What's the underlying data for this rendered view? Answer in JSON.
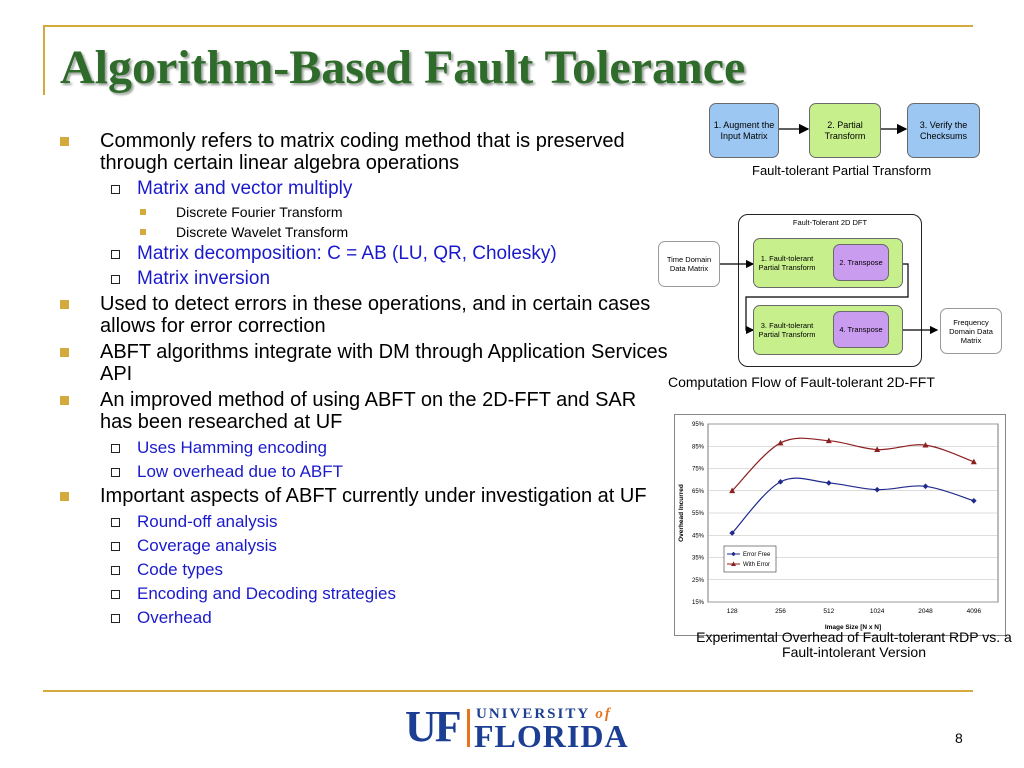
{
  "title": "Algorithm-Based Fault Tolerance",
  "bullets": {
    "b1": "Commonly refers to matrix coding method that is preserved through certain linear algebra operations",
    "b1_s1": "Matrix and vector multiply",
    "b1_s1_a": "Discrete Fourier Transform",
    "b1_s1_b": "Discrete Wavelet Transform",
    "b1_s2": "Matrix decomposition: C = AB (LU, QR, Cholesky)",
    "b1_s3": "Matrix inversion",
    "b2": "Used to detect errors in these operations, and in certain cases allows for error correction",
    "b3": "ABFT algorithms integrate with DM through Application Services API",
    "b4": "An improved method of using ABFT on the 2D-FFT and SAR has been researched at UF",
    "b4_s1": "Uses Hamming encoding",
    "b4_s2": "Low overhead due to ABFT",
    "b5": "Important aspects of ABFT currently under investigation at UF",
    "b5_s1": "Round-off analysis",
    "b5_s2": "Coverage analysis",
    "b5_s3": "Code types",
    "b5_s4": "Encoding and Decoding strategies",
    "b5_s5": "Overhead"
  },
  "diagram1": {
    "step1": "1.  Augment the Input Matrix",
    "step2": "2.  Partial Transform",
    "step3": "3.  Verify the Checksums",
    "caption": "Fault-tolerant Partial Transform"
  },
  "diagram2": {
    "container_label": "Fault-Tolerant 2D DFT",
    "input": "Time Domain Data Matrix",
    "step1": "1.  Fault-tolerant Partial Transform",
    "step2": "2.  Transpose",
    "step3": "3.  Fault-tolerant Partial Transform",
    "step4": "4.  Transpose",
    "output": "Frequency Domain Data Matrix",
    "caption": "Computation Flow of Fault-tolerant 2D-FFT"
  },
  "chart_data": {
    "type": "line",
    "categories": [
      "128",
      "256",
      "512",
      "1024",
      "2048",
      "4096"
    ],
    "series": [
      {
        "name": "Error Free",
        "values": [
          46,
          69,
          68.5,
          65.5,
          67,
          60.5
        ],
        "color": "#1f2a8c",
        "marker": "diamond"
      },
      {
        "name": "With Error",
        "values": [
          65,
          86.5,
          87.5,
          83.5,
          85.5,
          78
        ],
        "color": "#8c1f1f",
        "marker": "triangle"
      }
    ],
    "xlabel": "Image Size [N x N]",
    "ylabel": "Overhead Incurred",
    "yticks": [
      "15%",
      "25%",
      "35%",
      "45%",
      "55%",
      "65%",
      "75%",
      "85%",
      "95%"
    ],
    "ylim": [
      15,
      95
    ],
    "grid": true,
    "legend": "left",
    "caption": "Experimental Overhead of Fault-tolerant RDP vs. a Fault-intolerant Version"
  },
  "logo": {
    "uf": "UF",
    "university": "UNIVERSITY",
    "of": "of",
    "florida": "FLORIDA"
  },
  "page_number": "8"
}
